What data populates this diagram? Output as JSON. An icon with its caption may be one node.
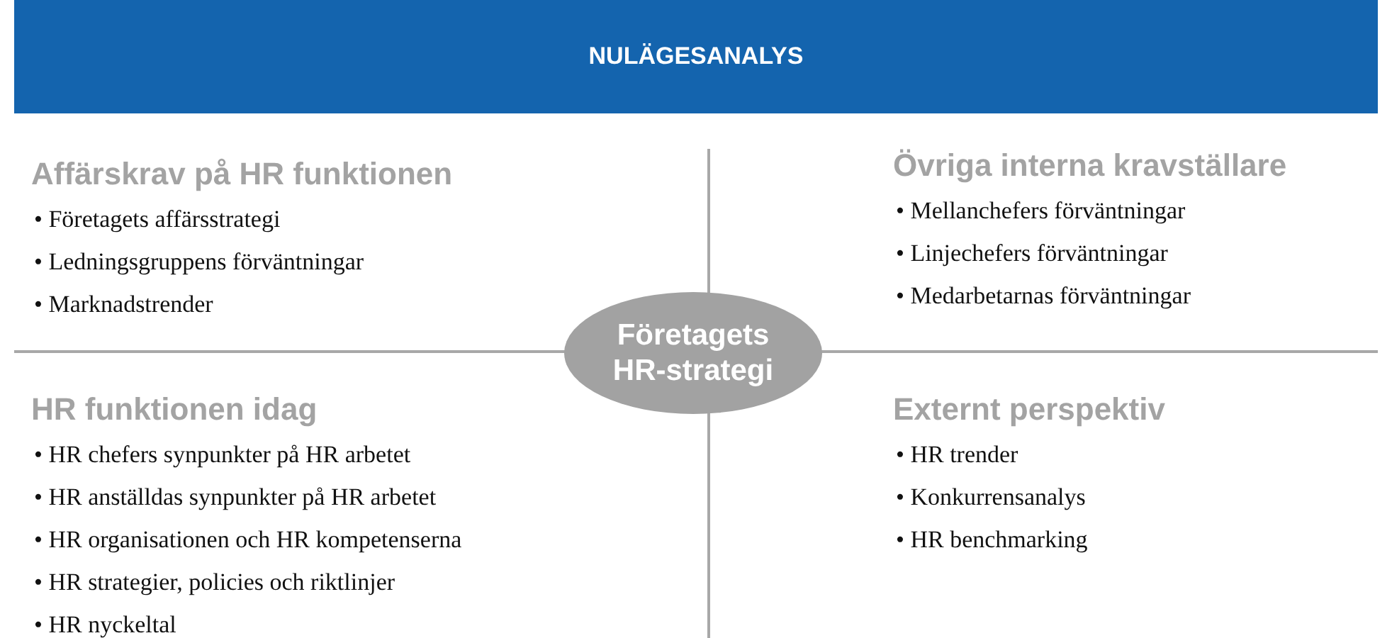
{
  "diagram": {
    "nodes": [
      {
        "text": [
          "NULÄGESANALYS"
        ]
      },
      {
        "text": [
          "Företagets HR-strategi"
        ]
      }
    ],
    "edges": [],
    "labels": [
      "Affärskrav på HR funktionen",
      "• Företagets affärsstrategi",
      "• Ledningsgruppens förväntningar",
      "• Marknadstrender",
      "Övriga interna kravställare",
      "• Mellanchefers förväntningar",
      "• Linjechefers förväntningar",
      "• Medarbetarnas förväntningar",
      "HR funktionen idag",
      "• HR chefers synpunkter på HR arbetet",
      "• HR anställdas synpunkter på HR arbetet",
      "• HR organisationen och HR kompetenserna",
      "• HR strategier, policies och riktlinjer",
      "• HR nyckeltal",
      "Externt perspektiv",
      "• HR trender",
      "• Konkurrensanalys",
      "• HR benchmarking"
    ]
  }
}
